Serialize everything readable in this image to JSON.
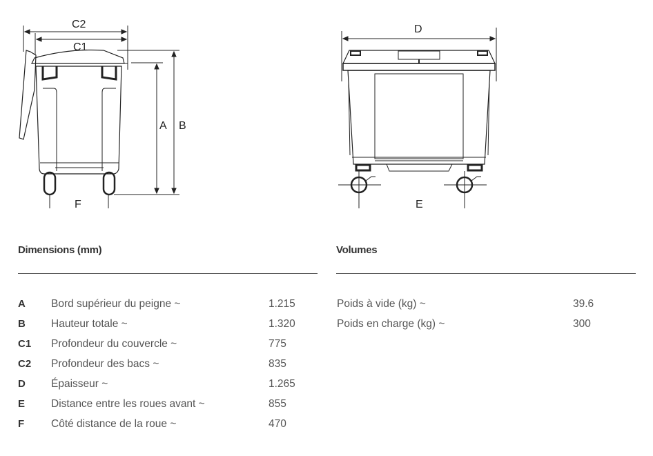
{
  "drawing_labels": {
    "c2": "C2",
    "c1": "C1",
    "a": "A",
    "b": "B",
    "f": "F",
    "d": "D",
    "e": "E"
  },
  "dimensions": {
    "title": "Dimensions (mm)",
    "rows": [
      {
        "key": "A",
        "label": "Bord supérieur du peigne ~",
        "value": "1.215"
      },
      {
        "key": "B",
        "label": "Hauteur totale ~",
        "value": "1.320"
      },
      {
        "key": "C1",
        "label": "Profondeur du couvercle ~",
        "value": "775"
      },
      {
        "key": "C2",
        "label": "Profondeur des bacs ~",
        "value": "835"
      },
      {
        "key": "D",
        "label": "Épaisseur ~",
        "value": "1.265"
      },
      {
        "key": "E",
        "label": "Distance entre les roues avant ~",
        "value": "855"
      },
      {
        "key": "F",
        "label": "Côté distance de la roue ~",
        "value": "470"
      }
    ]
  },
  "volumes": {
    "title": "Volumes",
    "rows": [
      {
        "label": "Poids à vide (kg) ~",
        "value": "39.6"
      },
      {
        "label": "Poids en charge (kg) ~",
        "value": "300"
      }
    ]
  }
}
